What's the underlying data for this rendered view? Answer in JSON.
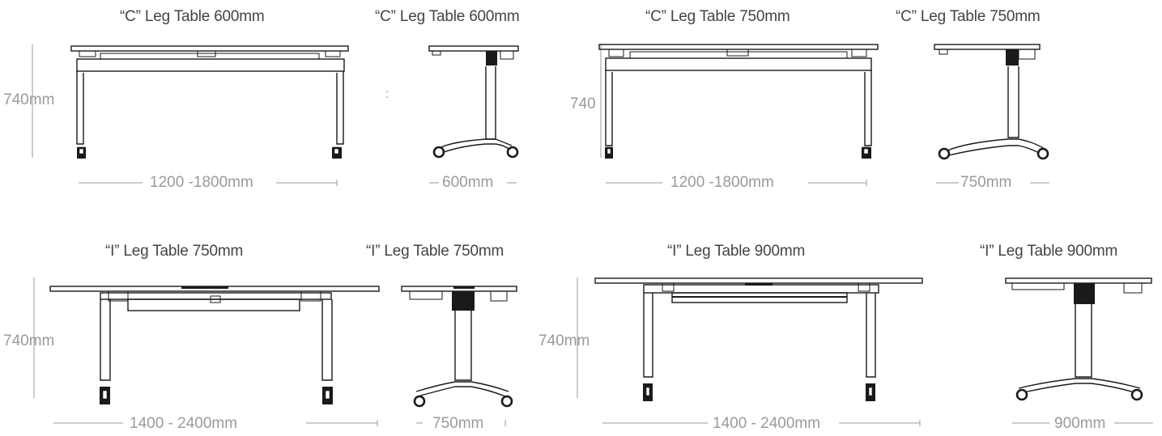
{
  "titles": {
    "c600_front": "“C” Leg Table 600mm",
    "c600_side": "“C” Leg Table 600mm",
    "c750_front": "“C” Leg Table 750mm",
    "c750_side": "“C” Leg Table 750mm",
    "i750_front": "“I” Leg Table 750mm",
    "i750_side": "“I” Leg Table 750mm",
    "i900_front": "“I” Leg Table 900mm",
    "i900_side": "“I” Leg Table 900mm"
  },
  "dims": {
    "c600_height": "740mm",
    "c600_width": "1200 -1800mm",
    "c600_depth": "600mm",
    "c600_mark": ":",
    "c750_height": "740",
    "c750_width": "1200 -1800mm",
    "c750_depth": "750mm",
    "i750_height": "740mm",
    "i750_width": "1400 - 2400mm",
    "i750_depth": "750mm",
    "i900_height": "740mm",
    "i900_width": "1400 - 2400mm",
    "i900_depth": "900mm"
  }
}
